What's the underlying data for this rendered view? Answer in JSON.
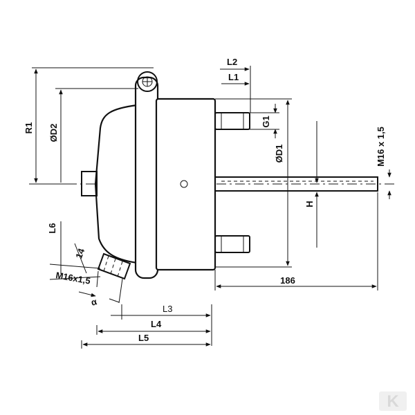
{
  "diagram": {
    "labels": {
      "r1": "R1",
      "d2": "ØD2",
      "l2": "L2",
      "l1": "L1",
      "g1": "G1",
      "d1": "ØD1",
      "m16_right": "M16 x 1,5",
      "h": "H",
      "l6": "L6",
      "dim14": "14",
      "m16_left": "M16x1,5",
      "alpha": "α",
      "l3": "L3",
      "l4": "L4",
      "l5": "L5",
      "dim186": "186"
    },
    "logo": "K",
    "colors": {
      "line": "#111111",
      "background": "#ffffff",
      "logo": "#e6e6e6"
    }
  }
}
